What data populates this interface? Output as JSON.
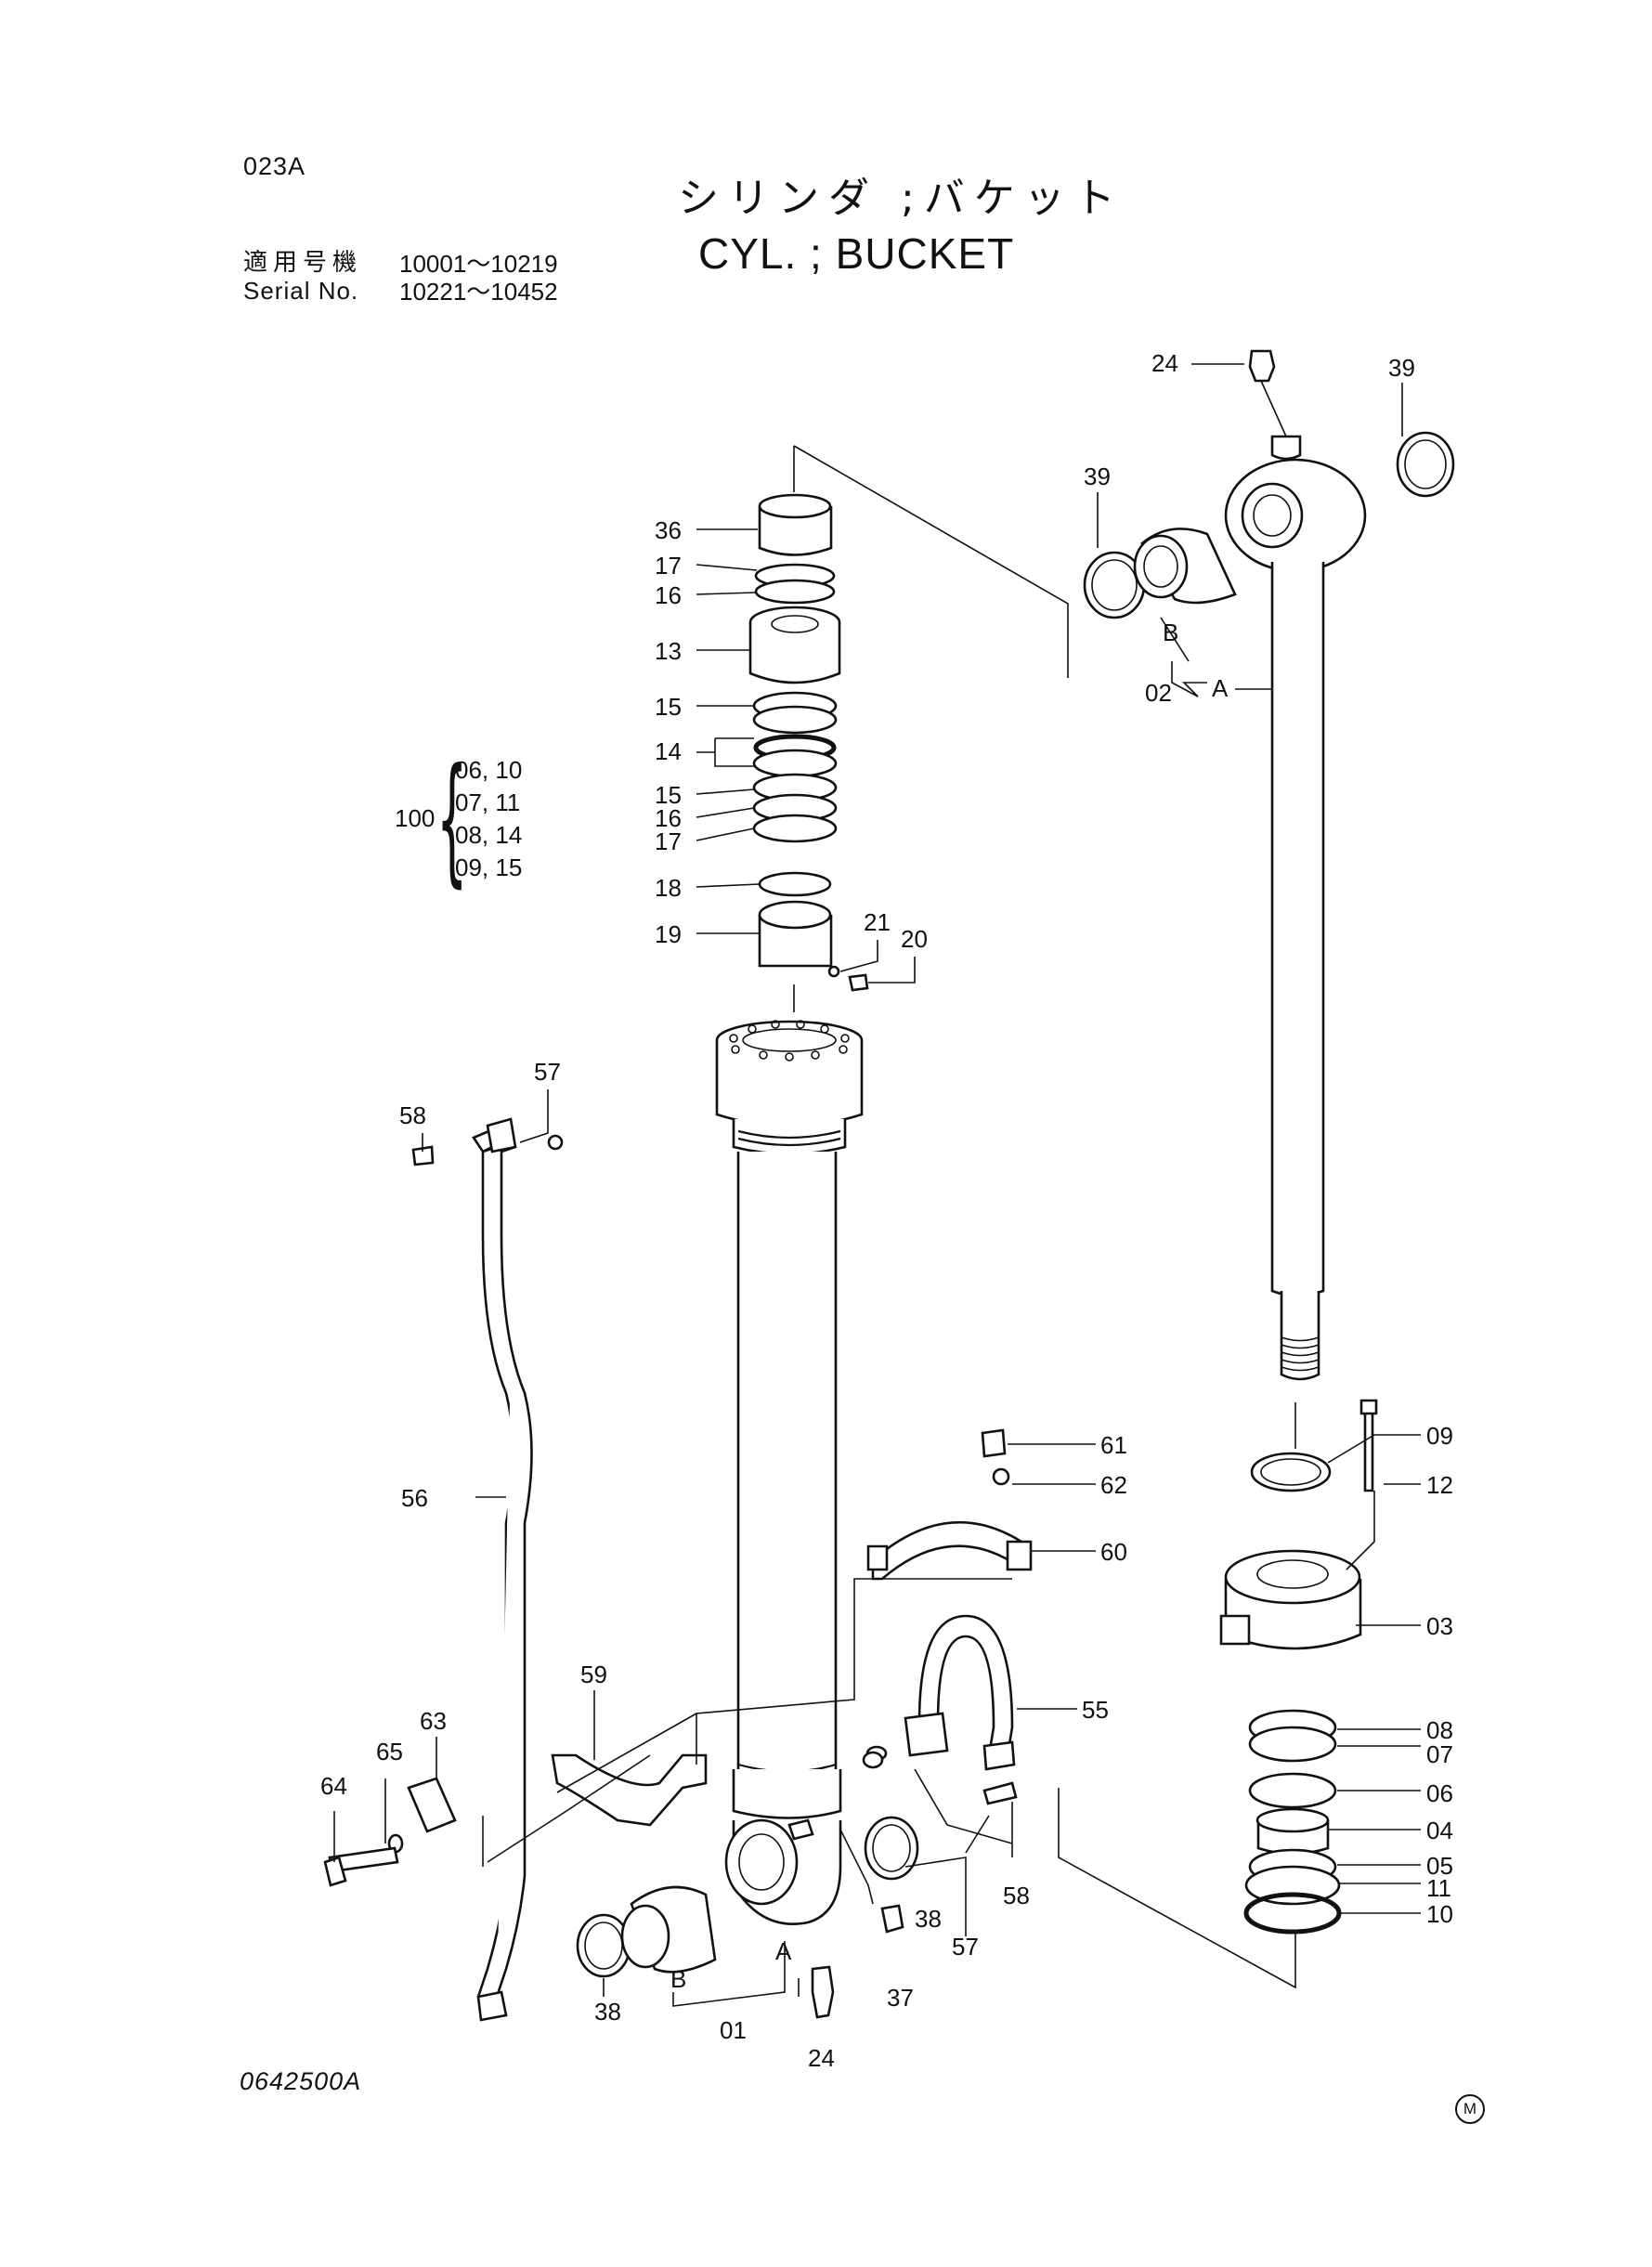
{
  "header": {
    "page_id": "023A",
    "title_jp": "シリンダ ;バケット",
    "title_en": "CYL. ; BUCKET",
    "serial_label_jp": "適用号機",
    "serial_label_en": "Serial No.",
    "serial_range_1": "10001～10219",
    "serial_range_2": "10221～10452"
  },
  "footer": {
    "drawing_number": "0642500A",
    "mark": "M"
  },
  "kit": {
    "number": "100",
    "contents": [
      "06, 10",
      "07, 11",
      "08, 14",
      "09, 15"
    ]
  },
  "callouts": {
    "c24a": "24",
    "c39a": "39",
    "c39b": "39",
    "cBa": "B",
    "c02": "02",
    "cAa": "A",
    "c36": "36",
    "c17a": "17",
    "c16a": "16",
    "c13": "13",
    "c15a": "15",
    "c14": "14",
    "c15b": "15",
    "c16b": "16",
    "c17b": "17",
    "c18": "18",
    "c19": "19",
    "c21": "21",
    "c20": "20",
    "c57a": "57",
    "c58a": "58",
    "c56": "56",
    "c61": "61",
    "c62": "62",
    "c60": "60",
    "c09": "09",
    "c12": "12",
    "c03": "03",
    "c55": "55",
    "c59": "59",
    "c63": "63",
    "c65": "65",
    "c64": "64",
    "c08": "08",
    "c07": "07",
    "c06": "06",
    "c04": "04",
    "c05": "05",
    "c11": "11",
    "c10": "10",
    "c38a": "38",
    "c57b": "57",
    "c58b": "58",
    "cAb": "A",
    "cBb": "B",
    "c38b": "38",
    "c37": "37",
    "c01": "01",
    "c24b": "24"
  }
}
